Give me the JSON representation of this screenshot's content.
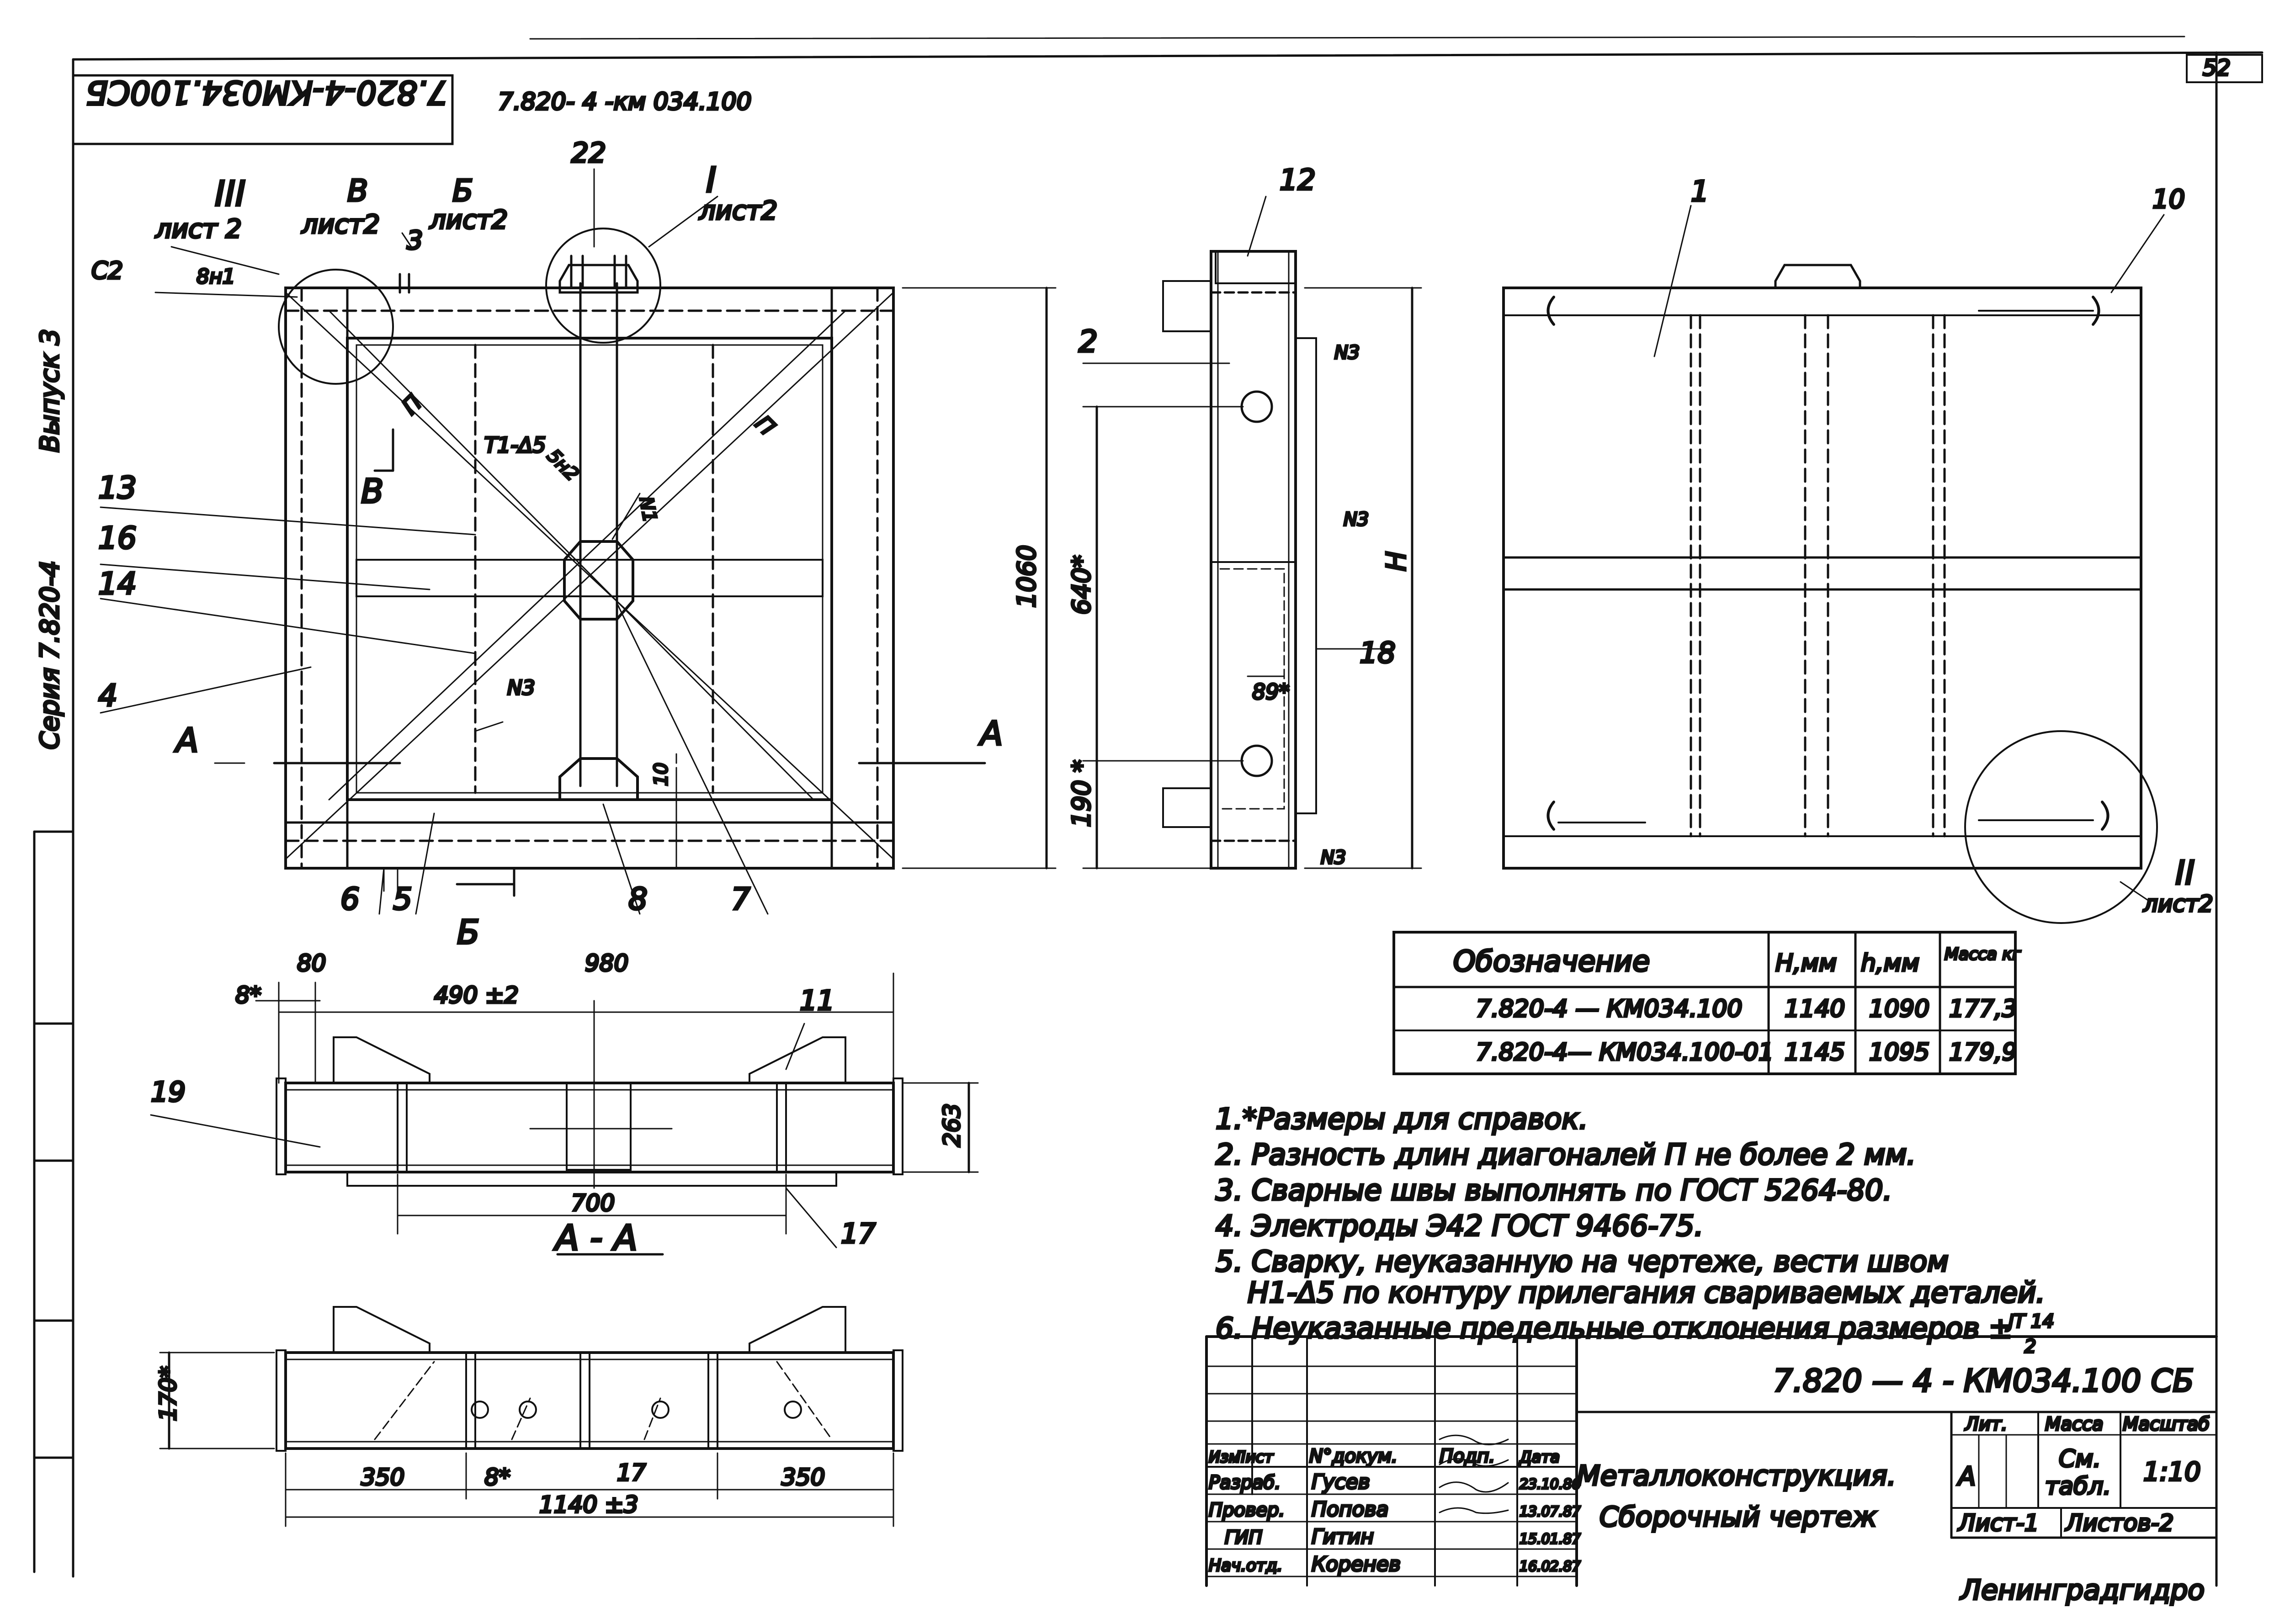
{
  "sheet": {
    "number": "52",
    "top_stamp": "7.820-4-КМ034.100СБ",
    "side_label_vypusk": "Выпуск 3",
    "side_label_seriya": "Серия 7.820-4",
    "doc_code_small": "7.820- 4 -км 034.100"
  },
  "front_view": {
    "callouts": {
      "iii": "III",
      "iii_sheet": "лист 2",
      "v": "В",
      "v_sheet": "лист2",
      "b": "Б",
      "b_sheet": "лист2",
      "i": "I",
      "i_sheet": "лист2",
      "pos22": "22",
      "pos3": "3",
      "c2": "С2",
      "c2_sub": "8н1",
      "weld_main": "Т1-Δ5",
      "weld_sub": "5н2",
      "n1": "N1",
      "n3": "N3",
      "p1": "П",
      "p2": "П",
      "pos13": "13",
      "pos16": "16",
      "pos14": "14",
      "pos4": "4",
      "pos6": "6",
      "pos5": "5",
      "pos8": "8",
      "pos7": "7",
      "section_a_left": "А",
      "section_a_right": "А",
      "section_b_bottom": "Б",
      "section_v": "В",
      "dim_1060": "1060",
      "dim_10": "10"
    }
  },
  "side_view": {
    "labels": {
      "pos12": "12",
      "pos2": "2",
      "pos18": "18",
      "n3_top": "N3",
      "n3_mid": "N3",
      "n3_bot": "N3",
      "dim_640": "640*",
      "dim_190": "190 *",
      "dim_89": "89*",
      "dim_h": "H"
    }
  },
  "rear_view": {
    "labels": {
      "pos1": "1",
      "pos10": "10",
      "ii": "II",
      "ii_sheet": "лист2"
    }
  },
  "section_aa": {
    "labels": {
      "d80": "80",
      "d980": "980",
      "d8": "8*",
      "d490": "490 ±2",
      "pos11": "11",
      "pos19": "19",
      "d263": "263",
      "d700": "700",
      "title": "А - А",
      "pos17": "17"
    }
  },
  "bottom_view": {
    "labels": {
      "d170": "170*",
      "d350a": "350",
      "d8": "8*",
      "d17": "17",
      "d350b": "350",
      "d1140": "1140 ±3"
    }
  },
  "spec_table": {
    "headers": [
      "Обозначение",
      "Н,мм",
      "h,мм",
      "Масса кг"
    ],
    "rows": [
      [
        "7.820-4 — КМ034.100",
        "1140",
        "1090",
        "177,3"
      ],
      [
        "7.820-4— КМ034.100-01",
        "1145",
        "1095",
        "179,9"
      ]
    ]
  },
  "notes": [
    "1.*Размеры для справок.",
    "2. Разность длин диагоналей П не более 2 мм.",
    "3. Сварные швы выполнять по ГОСТ 5264-80.",
    "4. Электроды Э42 ГОСТ 9466-75.",
    "5. Сварку, неуказанную на чертеже, вести швом",
    "Н1-Δ5 по контуру прилегания свариваемых деталей.",
    "6. Неуказанные предельные отклонения размеров ±",
    "JT 14",
    "2"
  ],
  "title_block": {
    "designation": "7.820 — 4 - КМ034.100 СБ",
    "name_line1": "Металлоконструкция.",
    "name_line2": "Сборочный чертеж",
    "col_headers": [
      "Изм",
      "Лист",
      "N°докум.",
      "Подп.",
      "Дата"
    ],
    "people": [
      {
        "role": "Разраб.",
        "name": "Гусев",
        "date": "23.10.86"
      },
      {
        "role": "Провер.",
        "name": "Попова",
        "date": "13.07.87"
      },
      {
        "role": "ГИП",
        "name": "Гитин",
        "date": "15.01.87"
      },
      {
        "role": "Нач.отд.",
        "name": "Коренев",
        "date": "16.02.87"
      }
    ],
    "lit_header": "Лит.",
    "mass_header": "Масса",
    "scale_header": "Масштаб",
    "lit_value": "А",
    "mass_value_1": "См.",
    "mass_value_2": "табл.",
    "scale_value": "1:10",
    "sheet_label": "Лист-1",
    "sheets_label": "Листов-2",
    "org": "Ленинградгидро"
  }
}
